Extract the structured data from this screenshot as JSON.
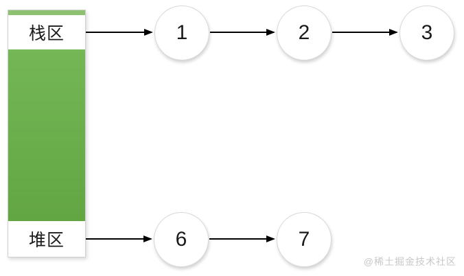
{
  "regions": {
    "stack_label": "栈区",
    "heap_label": "堆区"
  },
  "nodes": {
    "stack": [
      "1",
      "2",
      "3"
    ],
    "heap": [
      "6",
      "7"
    ]
  },
  "edges": [
    "stack-region to node 1",
    "node 1 to node 2",
    "node 2 to node 3",
    "heap-region to node 6",
    "node 6 to node 7"
  ],
  "watermark": "@稀土掘金技术社区",
  "colors": {
    "green_top": "#8ec373",
    "green_mid": "#74b656",
    "green_bottom": "#5ea23e",
    "arrow": "#000000",
    "node_border": "#d9d9d9",
    "watermark_gray": "#c8c8c8"
  }
}
